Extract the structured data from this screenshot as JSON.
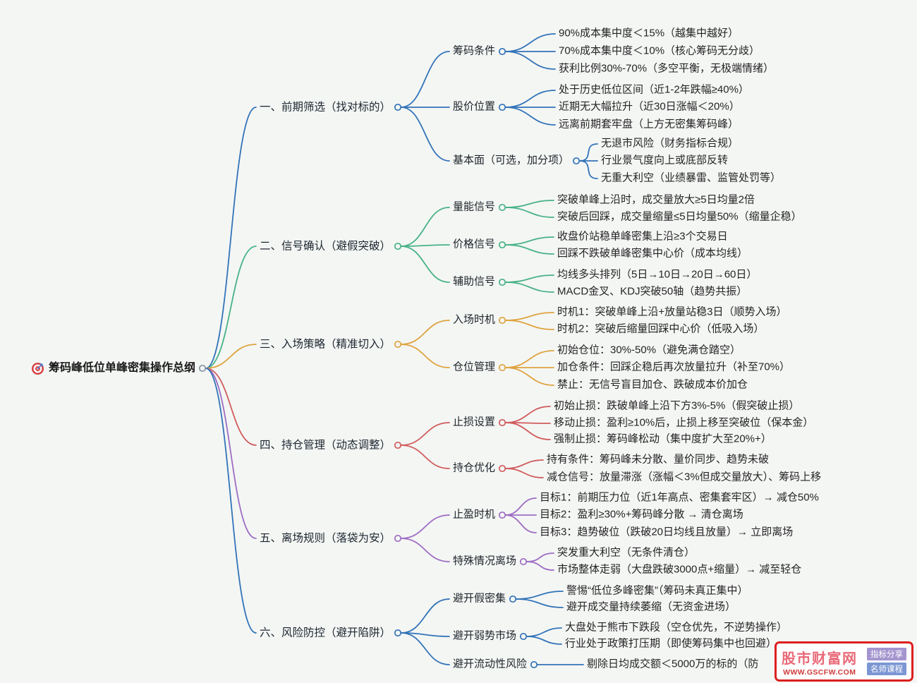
{
  "root": {
    "label": "筹码峰低位单峰密集操作总纲",
    "icon": "target-icon",
    "circle_color": "#8494a4"
  },
  "branches": [
    {
      "label": "一、前期筛选（找对标的）",
      "color": "#3273b8",
      "children": [
        {
          "label": "筹码条件",
          "leaves": [
            "90%成本集中度＜15%（越集中越好）",
            "70%成本集中度＜10%（核心筹码无分歧）",
            "获利比例30%-70%（多空平衡，无极端情绪）"
          ]
        },
        {
          "label": "股价位置",
          "leaves": [
            "处于历史低位区间（近1-2年跌幅≥40%）",
            "近期无大幅拉升（近30日涨幅＜20%）",
            "远离前期套牢盘（上方无密集筹码峰）"
          ]
        },
        {
          "label": "基本面（可选，加分项）",
          "leaves": [
            "无退市风险（财务指标合规）",
            "行业景气度向上或底部反转",
            "无重大利空（业绩暴雷、监管处罚等）"
          ]
        }
      ]
    },
    {
      "label": "二、信号确认（避假突破）",
      "color": "#47b287",
      "children": [
        {
          "label": "量能信号",
          "leaves": [
            "突破单峰上沿时，成交量放大≥5日均量2倍",
            "突破后回踩，成交量缩量≤5日均量50%（缩量企稳）"
          ]
        },
        {
          "label": "价格信号",
          "leaves": [
            "收盘价站稳单峰密集上沿≥3个交易日",
            "回踩不跌破单峰密集中心价（成本均线）"
          ]
        },
        {
          "label": "辅助信号",
          "leaves": [
            "均线多头排列（5日→10日→20日→60日）",
            "MACD金叉、KDJ突破50轴（趋势共振）"
          ]
        }
      ]
    },
    {
      "label": "三、入场策略（精准切入）",
      "color": "#dfa33f",
      "children": [
        {
          "label": "入场时机",
          "leaves": [
            "时机1：突破单峰上沿+放量站稳3日（顺势入场）",
            "时机2：突破后缩量回踩中心价（低吸入场）"
          ]
        },
        {
          "label": "仓位管理",
          "leaves": [
            "初始仓位：30%-50%（避免满仓踏空）",
            "加仓条件：回踩企稳后再次放量拉升（补至70%）",
            "禁止：无信号盲目加仓、跌破成本价加仓"
          ]
        }
      ]
    },
    {
      "label": "四、持仓管理（动态调整）",
      "color": "#d05c5c",
      "children": [
        {
          "label": "止损设置",
          "leaves": [
            "初始止损：跌破单峰上沿下方3%-5%（假突破止损）",
            "移动止损：盈利≥10%后，止损上移至突破位（保本金）",
            "强制止损：筹码峰松动（集中度扩大至20%+）"
          ]
        },
        {
          "label": "持仓优化",
          "leaves": [
            "持有条件：筹码峰未分散、量价同步、趋势未破",
            "减仓信号：放量滞涨（涨幅＜3%但成交量放大）、筹码上移"
          ]
        }
      ]
    },
    {
      "label": "五、离场规则（落袋为安）",
      "color": "#9d6cc3",
      "children": [
        {
          "label": "止盈时机",
          "leaves": [
            "目标1：前期压力位（近1年高点、密集套牢区）→ 减仓50%",
            "目标2：盈利≥30%+筹码峰分散 → 清仓离场",
            "目标3：趋势破位（跌破20日均线且放量）→ 立即离场"
          ]
        },
        {
          "label": "特殊情况离场",
          "leaves": [
            "突发重大利空（无条件清仓）",
            "市场整体走弱（大盘跌破3000点+缩量）→ 减至轻仓"
          ]
        }
      ]
    },
    {
      "label": "六、风险防控（避开陷阱）",
      "color": "#3273b8",
      "children": [
        {
          "label": "避开假密集",
          "leaves": [
            "警惕“低位多峰密集”（筹码未真正集中）",
            "避开成交量持续萎缩（无资金进场）"
          ]
        },
        {
          "label": "避开弱势市场",
          "leaves": [
            "大盘处于熊市下跌段（空仓优先，不逆势操作）",
            "行业处于政策打压期（即使筹码集中也回避）"
          ]
        },
        {
          "label": "避开流动性风险",
          "leaves": [
            "剔除日均成交额＜5000万的标的（防"
          ]
        }
      ]
    }
  ],
  "watermark": {
    "site_name": "股市财富网",
    "site_url": "WWW.GSCFW.COM",
    "badge_top": "指标分享",
    "badge_bottom": "名师课程",
    "border_color": "#dc1f1f"
  }
}
